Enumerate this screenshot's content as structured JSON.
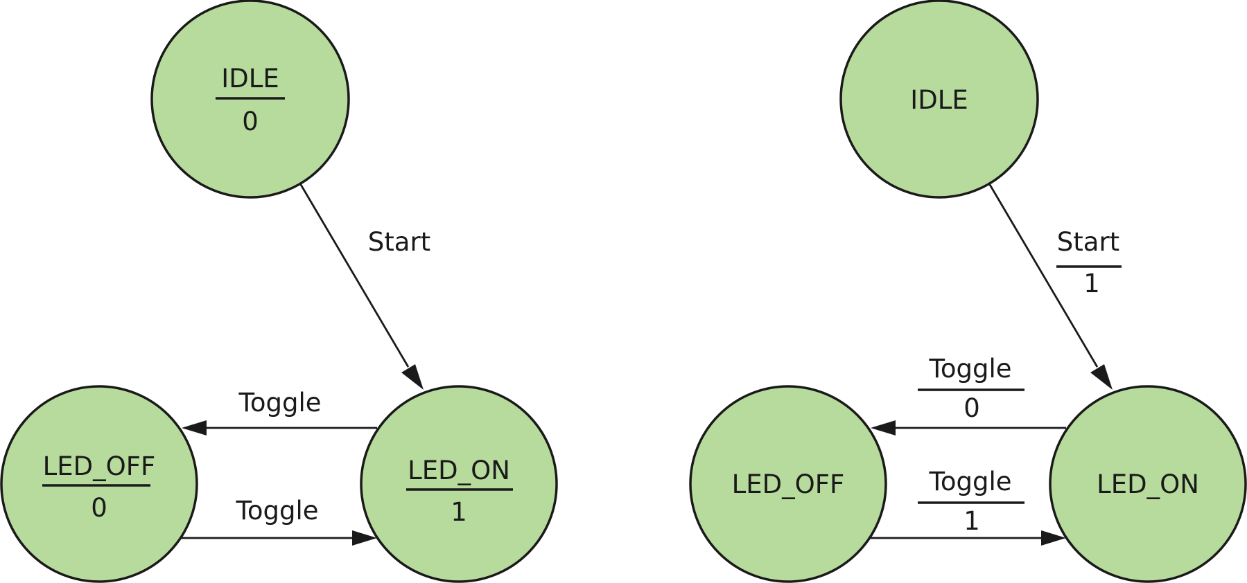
{
  "colors": {
    "state_fill": "#b7db9c",
    "stroke": "#1a1a1a"
  },
  "moore": {
    "states": {
      "idle": {
        "name": "IDLE",
        "output": "0"
      },
      "led_off": {
        "name": "LED_OFF",
        "output": "0"
      },
      "led_on": {
        "name": "LED_ON",
        "output": "1"
      }
    },
    "transitions": {
      "idle_to_on": {
        "input": "Start"
      },
      "on_to_off": {
        "input": "Toggle"
      },
      "off_to_on": {
        "input": "Toggle"
      }
    }
  },
  "mealy": {
    "states": {
      "idle": {
        "name": "IDLE"
      },
      "led_off": {
        "name": "LED_OFF"
      },
      "led_on": {
        "name": "LED_ON"
      }
    },
    "transitions": {
      "idle_to_on": {
        "input": "Start",
        "output": "1"
      },
      "on_to_off": {
        "input": "Toggle",
        "output": "0"
      },
      "off_to_on": {
        "input": "Toggle",
        "output": "1"
      }
    }
  }
}
